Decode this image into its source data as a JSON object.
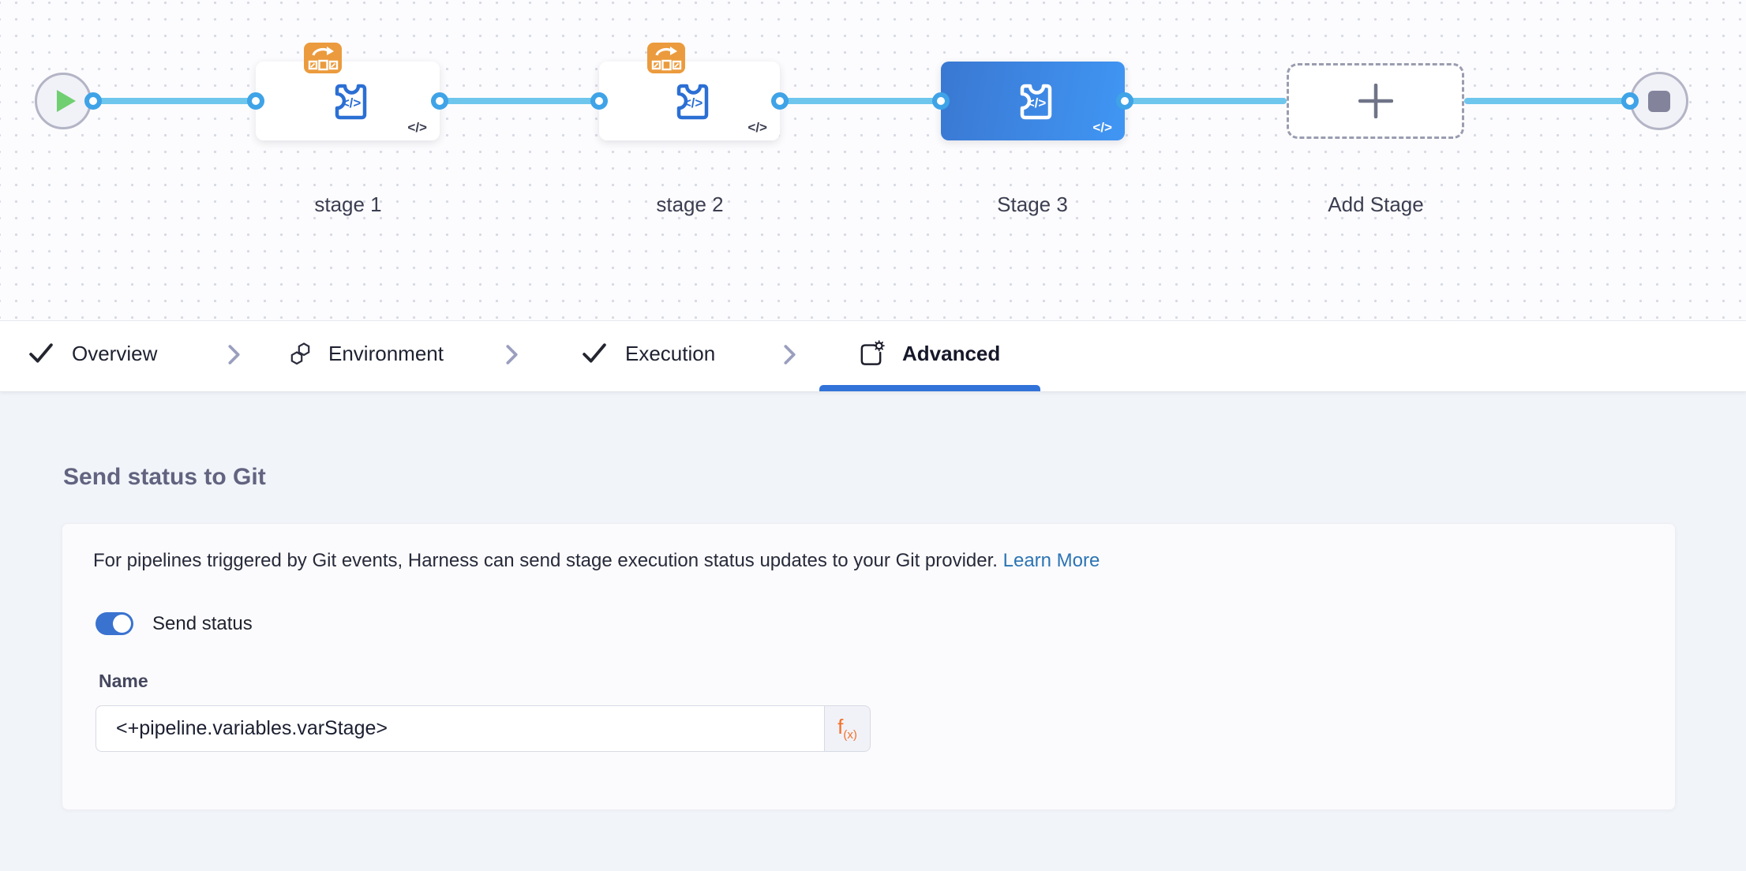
{
  "canvas": {
    "stages": [
      {
        "label": "stage 1",
        "selected": false,
        "has_badge": true
      },
      {
        "label": "stage 2",
        "selected": false,
        "has_badge": true
      },
      {
        "label": "Stage 3",
        "selected": true,
        "has_badge": false
      }
    ],
    "add_stage_label": "Add Stage",
    "code_glyph": "</>",
    "start_node": "pipeline-start",
    "end_node": "pipeline-end"
  },
  "tabs": {
    "items": [
      {
        "label": "Overview",
        "icon": "check-icon",
        "state": "complete"
      },
      {
        "label": "Environment",
        "icon": "hexagons-icon",
        "state": "default"
      },
      {
        "label": "Execution",
        "icon": "check-icon",
        "state": "complete"
      },
      {
        "label": "Advanced",
        "icon": "square-gear-icon",
        "state": "active"
      }
    ]
  },
  "panel": {
    "heading": "Send status to Git",
    "description": "For pipelines triggered by Git events, Harness can send stage execution status updates to your Git provider.",
    "learn_more_label": "Learn More",
    "toggle": {
      "label": "Send status",
      "state": "on"
    },
    "name_field": {
      "label": "Name",
      "value": "<+pipeline.variables.varStage>"
    },
    "fx_button": "f(x)"
  },
  "colors": {
    "connector_blue": "#6ec6ed",
    "port_ring_blue": "#3fa3e7",
    "selected_stage_gradient": [
      "#3a78d2",
      "#4096f4"
    ],
    "stage_icon_blue": "#2b6fd4",
    "badge_orange": "#eb9b3d",
    "play_green": "#70cf70",
    "stop_gray": "#83849c",
    "tab_underline_blue": "#3273d9",
    "link_blue": "#2c74b4",
    "toggle_blue": "#3a72d0",
    "fx_orange": "#f4702a",
    "heading_gray": "#626380"
  }
}
